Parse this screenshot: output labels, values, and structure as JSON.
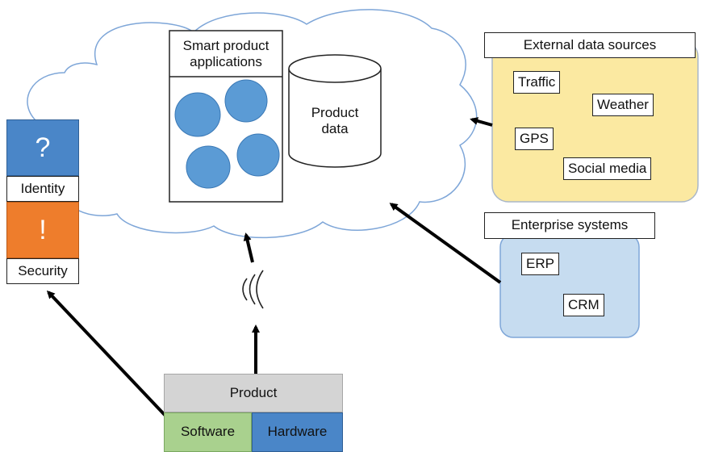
{
  "cloud": {
    "apps_title": "Smart product applications",
    "db_label": "Product data"
  },
  "external": {
    "title": "External data sources",
    "items": [
      "Traffic",
      "Weather",
      "GPS",
      "Social media"
    ]
  },
  "enterprise": {
    "title": "Enterprise systems",
    "items": [
      "ERP",
      "CRM"
    ]
  },
  "left_stack": {
    "identity_symbol": "?",
    "identity_label": "Identity",
    "security_symbol": "!",
    "security_label": "Security"
  },
  "product": {
    "title": "Product",
    "software": "Software",
    "hardware": "Hardware"
  },
  "colors": {
    "cloud_stroke": "#7ea6d8",
    "circle_fill": "#5b9bd5",
    "external_bg": "#fbe9a1",
    "enterprise_bg": "#c6dcf0",
    "identity_bg": "#4a86c8",
    "security_bg": "#ee7d2c",
    "product_bg": "#d4d4d4",
    "software_bg": "#a9d18e",
    "hardware_bg": "#4a86c8"
  }
}
